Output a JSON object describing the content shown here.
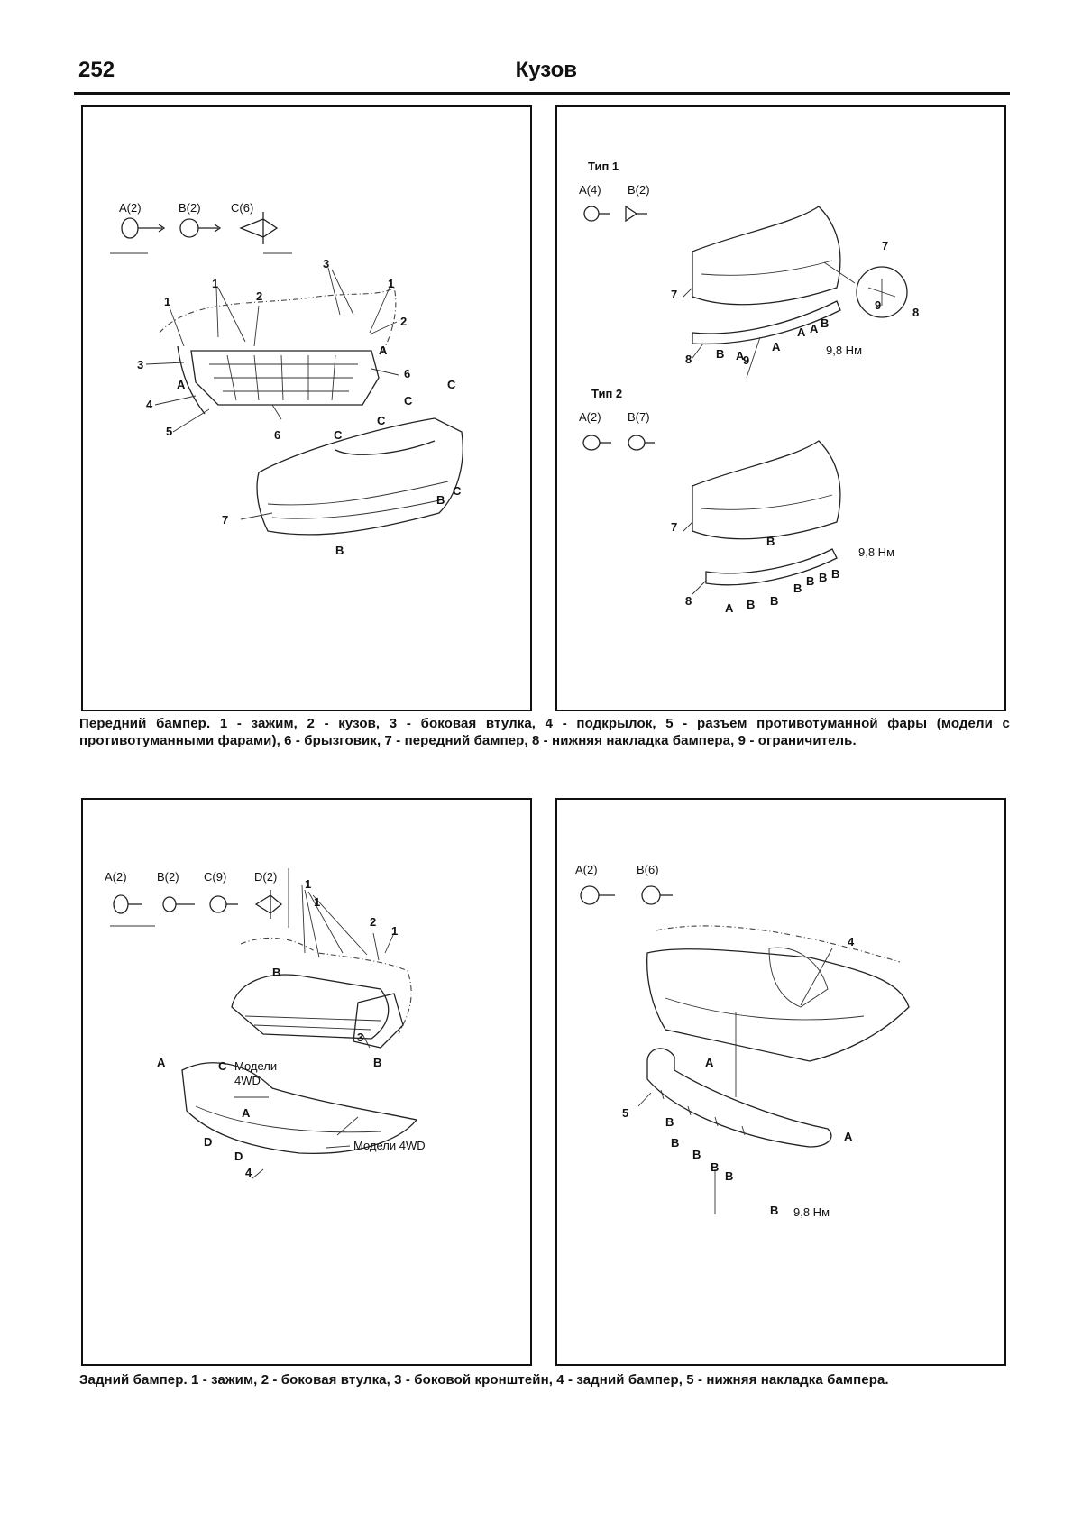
{
  "header": {
    "page_number": "252",
    "section_title": "Кузов"
  },
  "panel1": {
    "fasteners": [
      "A(2)",
      "B(2)",
      "C(6)"
    ],
    "callouts": [
      "1",
      "1",
      "2",
      "3",
      "1",
      "2",
      "3",
      "4",
      "5",
      "6",
      "6",
      "7"
    ],
    "letters": [
      "A",
      "A",
      "C",
      "C",
      "C",
      "C",
      "B",
      "C",
      "B"
    ]
  },
  "panel2": {
    "type1": {
      "title": "Тип 1",
      "fasteners": [
        "A(4)",
        "B(2)"
      ],
      "callouts": [
        "7",
        "7",
        "8",
        "9",
        "8",
        "9"
      ],
      "torque": "9,8 Нм"
    },
    "type2": {
      "title": "Тип 2",
      "fasteners": [
        "A(2)",
        "B(7)"
      ],
      "callouts": [
        "7",
        "8"
      ],
      "torque": "9,8 Нм"
    },
    "letters": [
      "B",
      "A",
      "A",
      "A",
      "B",
      "A",
      "A",
      "B",
      "B",
      "B",
      "B",
      "B",
      "B",
      "B"
    ]
  },
  "caption1": "Передний бампер. 1 - зажим, 2 - кузов, 3 - боковая втулка, 4 - подкрылок, 5 - разъем противотуманной фары (модели с противотуманными фарами), 6 - брызговик, 7 - передний бампер, 8 - нижняя накладка бампера, 9 - ограничитель.",
  "panel3": {
    "fasteners": [
      "A(2)",
      "B(2)",
      "C(9)",
      "D(2)"
    ],
    "callouts": [
      "1",
      "1",
      "2",
      "1",
      "3",
      "4"
    ],
    "letters": [
      "A",
      "B",
      "C",
      "A",
      "D",
      "D",
      "B"
    ],
    "note_4wd_1": "Модели",
    "note_4wd_2": "4WD",
    "note_4wd_3": "Модели 4WD"
  },
  "panel4": {
    "fasteners": [
      "A(2)",
      "B(6)"
    ],
    "callouts": [
      "4",
      "5"
    ],
    "letters": [
      "A",
      "A",
      "B",
      "B",
      "B",
      "B",
      "B",
      "B"
    ],
    "torque": "9,8 Нм"
  },
  "caption2": "Задний бампер. 1 - зажим, 2 - боковая втулка, 3 - боковой кронштейн, 4 - задний бампер, 5 - нижняя накладка бампера."
}
